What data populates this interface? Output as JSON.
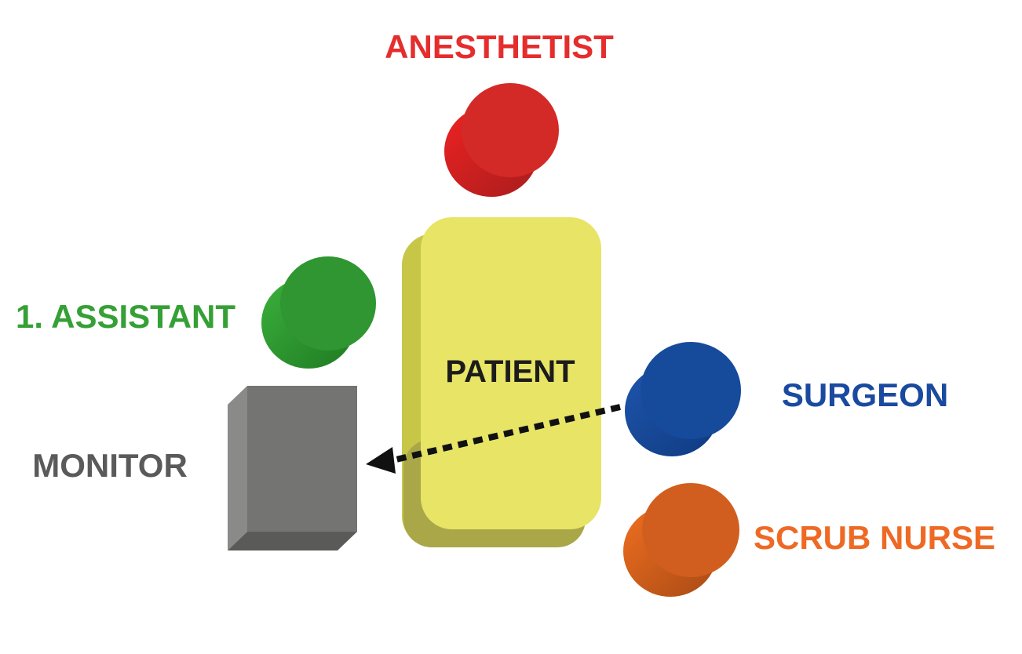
{
  "title": "",
  "nodes": [
    {
      "id": "anesthetist",
      "label": "ANESTHETIST",
      "color": "#d42a27"
    },
    {
      "id": "assistant",
      "label": "1. ASSISTANT",
      "color": "#2f9631"
    },
    {
      "id": "patient",
      "label": "PATIENT",
      "color": "#e6e466"
    },
    {
      "id": "surgeon",
      "label": "SURGEON",
      "color": "#164a9a"
    },
    {
      "id": "monitor",
      "label": "MONITOR",
      "color": "#747472"
    },
    {
      "id": "scrub_nurse",
      "label": "SCRUB NURSE",
      "color": "#d15e1f"
    }
  ],
  "edges": [
    {
      "from": "surgeon",
      "to": "monitor",
      "style": "dotted-arrow",
      "color": "#111111"
    }
  ],
  "label_colors": {
    "anesthetist": "#e52d2d",
    "assistant": "#35a035",
    "patient": "#1c1c1c",
    "surgeon": "#1a4aa0",
    "monitor": "#5a5a5a",
    "scrub_nurse": "#ee6a24"
  }
}
